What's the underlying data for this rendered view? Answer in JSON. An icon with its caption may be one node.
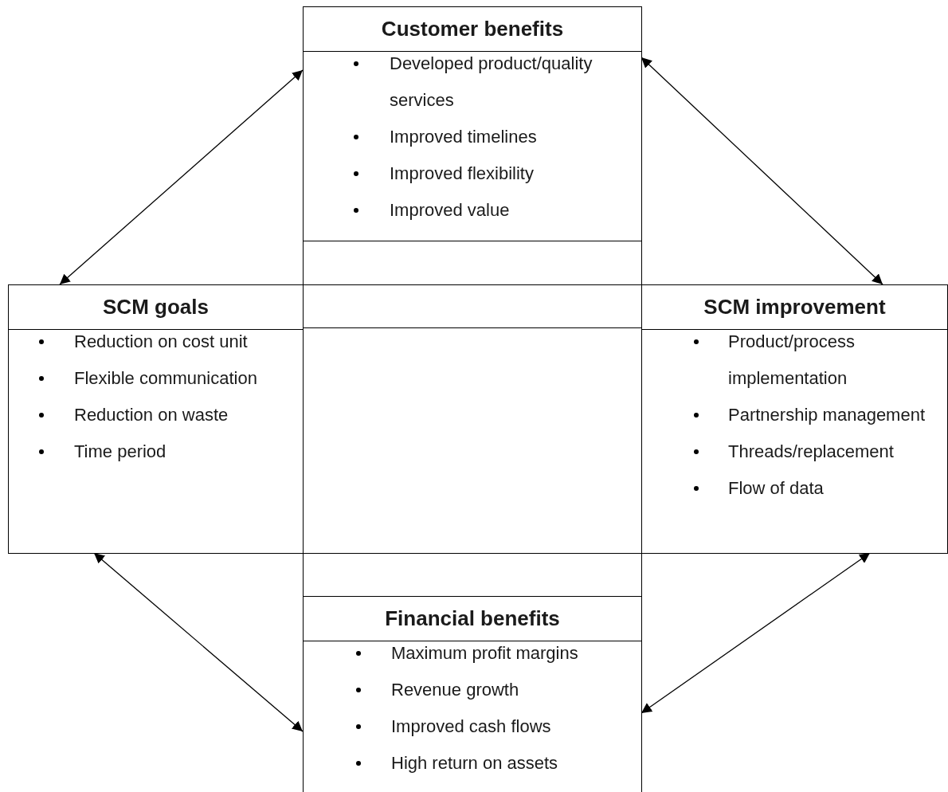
{
  "diagram": {
    "nodes": [
      {
        "text": [
          "Customer benefits",
          "Developed product/quality services",
          "Improved timelines",
          "Improved flexibility",
          "Improved value"
        ]
      },
      {
        "text": [
          "SCM goals",
          "Reduction on cost unit",
          "Flexible communication",
          "Reduction on waste",
          "Time period"
        ]
      },
      {
        "text": [
          "SCM improvement",
          "Product/process implementation",
          "Partnership management",
          "Threads/replacement",
          "Flow of data"
        ]
      },
      {
        "text": [
          "Financial benefits",
          "Maximum profit margins",
          "Revenue growth",
          "Improved cash flows",
          "High return on assets"
        ]
      }
    ],
    "edges": [
      {
        "from": 0,
        "to": 1,
        "arrow": "both"
      },
      {
        "from": 0,
        "to": 2,
        "arrow": "both"
      },
      {
        "from": 1,
        "to": 3,
        "arrow": "both"
      },
      {
        "from": 2,
        "to": 3,
        "arrow": "both"
      }
    ]
  }
}
